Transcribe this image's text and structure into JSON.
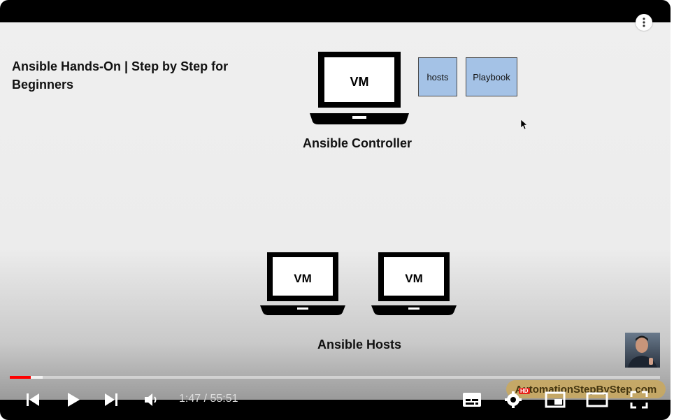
{
  "video": {
    "title": "Ansible Hands-On | Step by Step for Beginners",
    "controller": {
      "vm_label": "VM",
      "caption": "Ansible Controller",
      "files": [
        "hosts",
        "Playbook"
      ]
    },
    "hosts": {
      "vm_labels": [
        "VM",
        "VM"
      ],
      "caption": "Ansible Hosts"
    }
  },
  "player": {
    "current_time": "1:47",
    "duration": "55:51",
    "time_display": "1:47 / 55:51",
    "progress_fraction": 0.032,
    "buffered_fraction": 0.051,
    "brand_watermark": "AutomationStepByStep.com",
    "hd_badge": "HD",
    "accent_color": "#ff0000",
    "icons": [
      "previous-icon",
      "play-icon",
      "next-icon",
      "volume-icon",
      "subtitles-icon",
      "settings-icon",
      "miniplayer-icon",
      "theater-icon",
      "fullscreen-icon",
      "more-options-icon"
    ]
  }
}
